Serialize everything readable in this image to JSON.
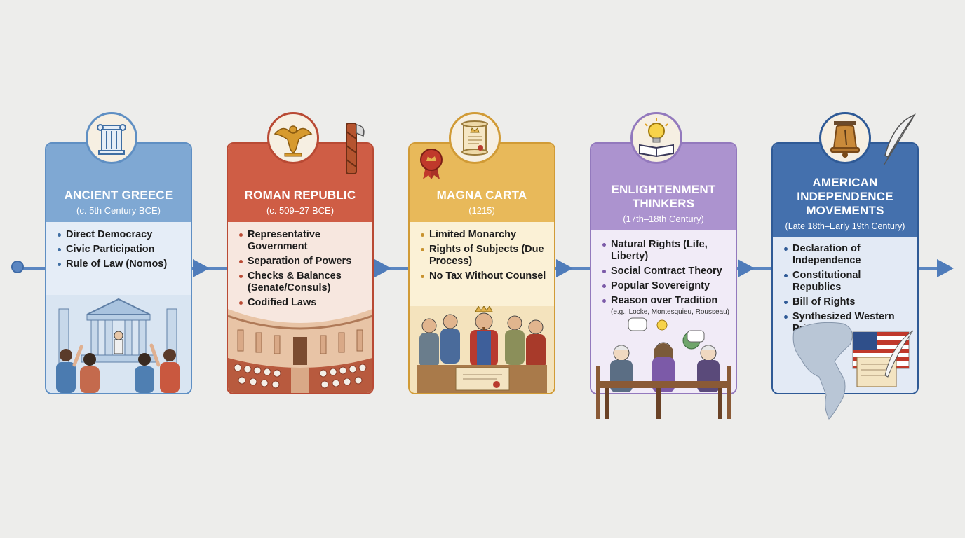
{
  "stages": [
    {
      "title": "Ancient Greece",
      "subtitle": "(c. 5th Century BCE)",
      "points": [
        "Direct Democracy",
        "Civic Participation",
        "Rule of Law (Nomos)"
      ],
      "icon": "greek-column-icon",
      "color": "#6f9ccd"
    },
    {
      "title": "Roman Republic",
      "subtitle": "(c. 509–27 BCE)",
      "points": [
        "Representative Government",
        "Separation of Powers",
        "Checks & Balances (Senate/Consuls)",
        "Codified Laws"
      ],
      "icon": "eagle-icon",
      "color": "#c9553f"
    },
    {
      "title": "Magna Carta",
      "subtitle": "(1215)",
      "points": [
        "Limited Monarchy",
        "Rights of Subjects (Due Process)",
        "No Tax Without Counsel"
      ],
      "icon": "scroll-icon",
      "color": "#e2b24f"
    },
    {
      "title": "Enlightenment Thinkers",
      "subtitle": "(17th–18th Century)",
      "points": [
        "Natural Rights (Life, Liberty)",
        "Social Contract Theory",
        "Popular Sovereignty",
        "Reason over Tradition"
      ],
      "note": "(e.g., Locke, Montesquieu, Rousseau)",
      "icon": "lightbulb-book-icon",
      "color": "#a68bc9"
    },
    {
      "title": "American Independence Movements",
      "subtitle": "(Late 18th–Early 19th Century)",
      "points": [
        "Declaration of Independence",
        "Constitutional Republics",
        "Bill of Rights",
        "Synthesized Western Principles"
      ],
      "icon": "liberty-bell-icon",
      "color": "#3d68a6"
    }
  ]
}
